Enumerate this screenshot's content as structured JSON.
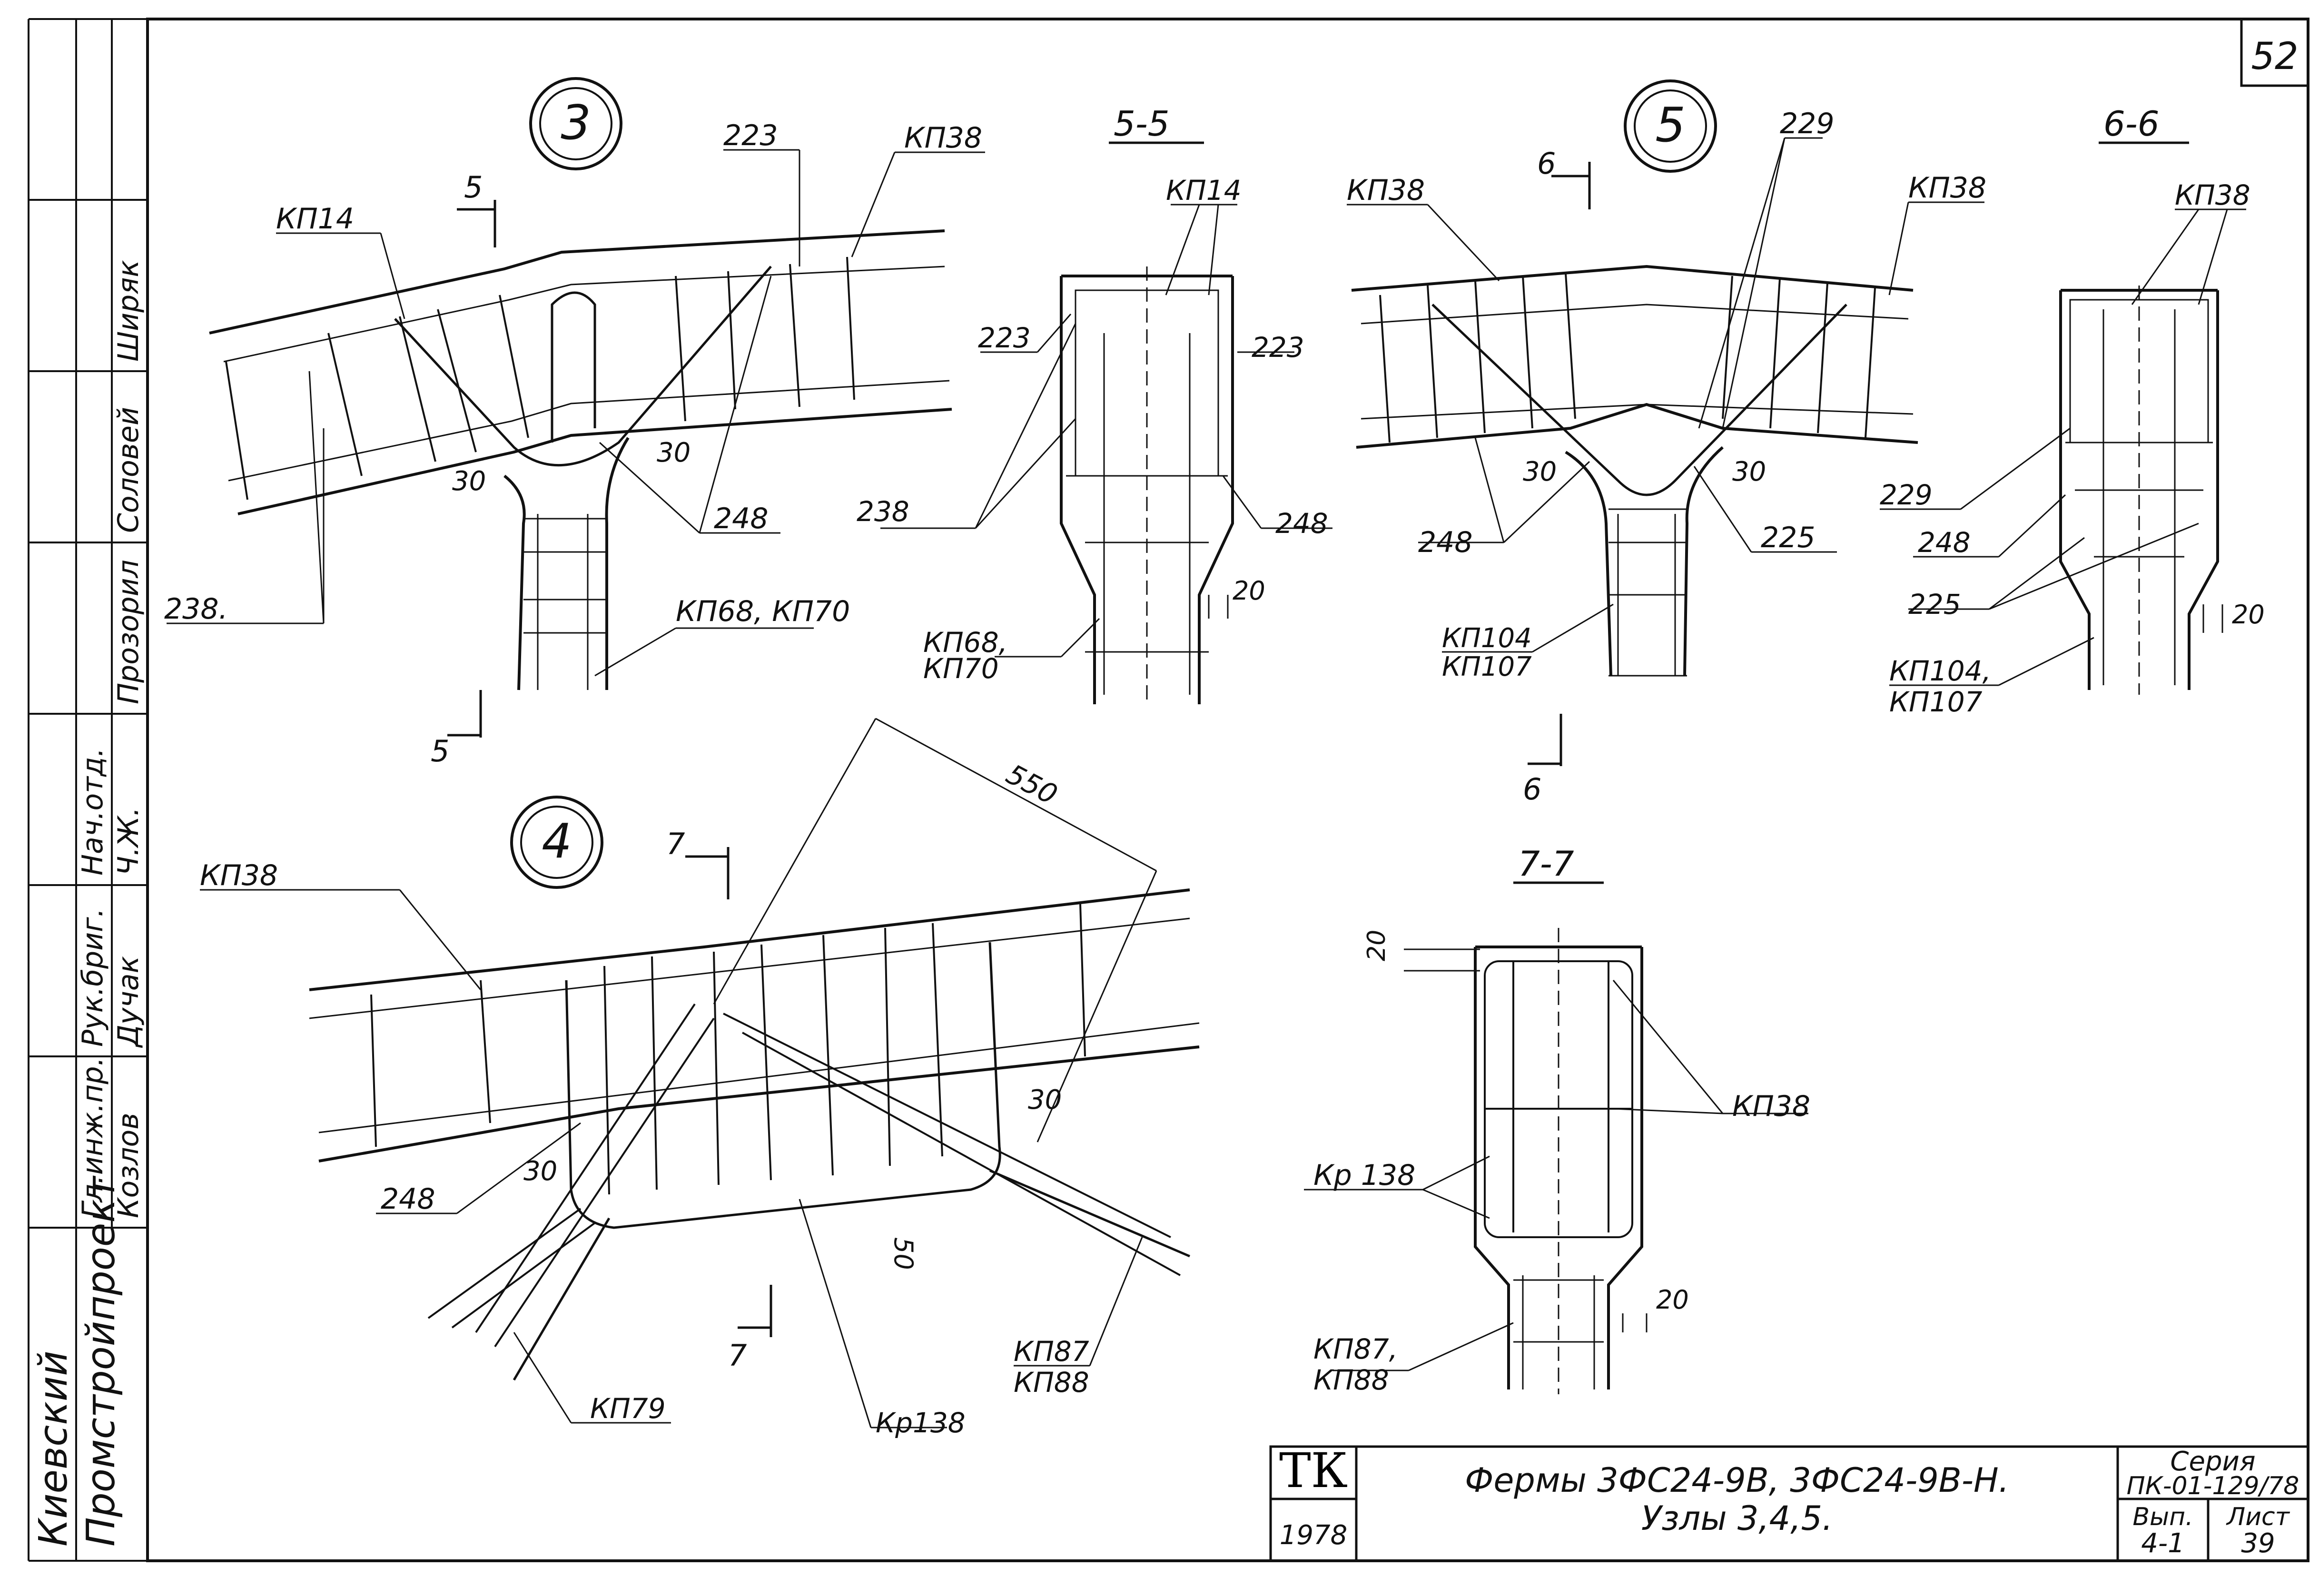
{
  "sheet": {
    "page_number": "52",
    "sidebar": {
      "org_line1": "Киевский",
      "org_line2": "Промстройпроект",
      "signature_rows": [
        {
          "role": "Гл.инж.пр.",
          "name": "Козлов"
        },
        {
          "role": "Рук.бриг.",
          "name": "Дучак"
        },
        {
          "role": "Нач.отд.",
          "name": "Ч.Ж."
        },
        {
          "role": "",
          "name": "Прозорил"
        },
        {
          "role": "",
          "name": "Соловей"
        },
        {
          "role": "",
          "name": "Ширяк"
        }
      ]
    },
    "title_block": {
      "stamp": "ТК",
      "year": "1978",
      "title_line1": "Фермы 3ФС24-9В, 3ФС24-9В-Н.",
      "title_line2": "Узлы 3,4,5.",
      "series_label": "Серия",
      "series_value": "ПК-01-129/78",
      "issue_label": "Вып.",
      "issue_value": "4-1",
      "sheet_label": "Лист",
      "sheet_value": "39"
    }
  },
  "drawing": {
    "node3": {
      "id": "3",
      "section_mark": "5",
      "labels": {
        "kp14": "КП14",
        "n223": "223",
        "kp38": "КП38",
        "n238": "238.",
        "n30": "30",
        "n30b": "30",
        "n248": "248",
        "kp68": "КП68, КП70"
      }
    },
    "sec55": {
      "title": "5-5",
      "labels": {
        "kp14": "КП14",
        "n223a": "223",
        "n223b": "223",
        "n238": "238",
        "n248": "248",
        "kp68a": "КП68,",
        "kp68b": "КП70",
        "n20": "20"
      }
    },
    "node5": {
      "id": "5",
      "section_mark": "6",
      "labels": {
        "kp38a": "КП38",
        "n229": "229",
        "kp38b": "КП38",
        "n30a": "30",
        "n30b": "30",
        "n248": "248",
        "n225": "225",
        "kp104a": "КП104",
        "kp104b": "КП107"
      }
    },
    "sec66": {
      "title": "6-6",
      "labels": {
        "kp38": "КП38",
        "n229": "229",
        "n248": "248",
        "n225": "225",
        "kp104a": "КП104,",
        "kp104b": "КП107",
        "n20": "20"
      }
    },
    "node4": {
      "id": "4",
      "section_mark": "7",
      "labels": {
        "kp38": "КП38",
        "n550": "550",
        "n30a": "30",
        "n30b": "30",
        "n248": "248",
        "n50": "50",
        "kp79": "КП79",
        "kr138": "Кр138",
        "kp87a": "КП87",
        "kp87b": "КП88"
      }
    },
    "sec77": {
      "title": "7-7",
      "labels": {
        "n20top": "20",
        "kp38": "КП38",
        "kr138": "Кр 138",
        "n20": "20",
        "kp87a": "КП87,",
        "kp87b": "КП88"
      }
    }
  }
}
